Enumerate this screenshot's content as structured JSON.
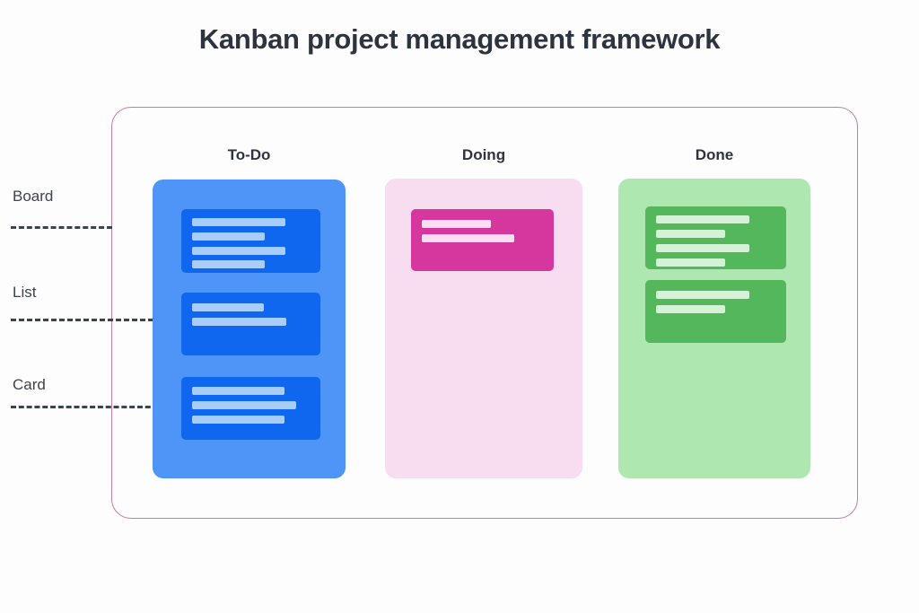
{
  "title": "Kanban project management framework",
  "colors": {
    "page_background": "#fdfdfd",
    "title_text": "#2d3440",
    "board_border": "#c97ba8",
    "annotation_text": "#3b4250",
    "annotation_line": "#3b4250",
    "todo_column_bg": "#4f94f7",
    "todo_card_bg": "#0f67f0",
    "todo_card_line": "#a8cdfb",
    "doing_column_bg": "#f8dcef",
    "doing_card_bg": "#d6379e",
    "doing_card_line": "#fbdff1",
    "done_column_bg": "#aee7b0",
    "done_card_bg": "#55b75b",
    "done_card_line": "#d4f2d5"
  },
  "annotations": [
    {
      "label": "Board",
      "target": "board-frame"
    },
    {
      "label": "List",
      "target": "todo-column"
    },
    {
      "label": "Card",
      "target": "todo-card-3"
    }
  ],
  "board": {
    "columns": [
      {
        "name": "todo",
        "header": "To-Do",
        "cards": [
          {
            "lines": [
              "long",
              "medium",
              "long",
              "medium"
            ]
          },
          {
            "lines": [
              "medium",
              "long"
            ]
          },
          {
            "lines": [
              "long",
              "longest",
              "long"
            ]
          }
        ]
      },
      {
        "name": "doing",
        "header": "Doing",
        "cards": [
          {
            "lines": [
              "medium",
              "long"
            ]
          }
        ]
      },
      {
        "name": "done",
        "header": "Done",
        "cards": [
          {
            "lines": [
              "long",
              "medium",
              "long",
              "medium"
            ]
          },
          {
            "lines": [
              "long",
              "medium"
            ]
          }
        ]
      }
    ]
  }
}
